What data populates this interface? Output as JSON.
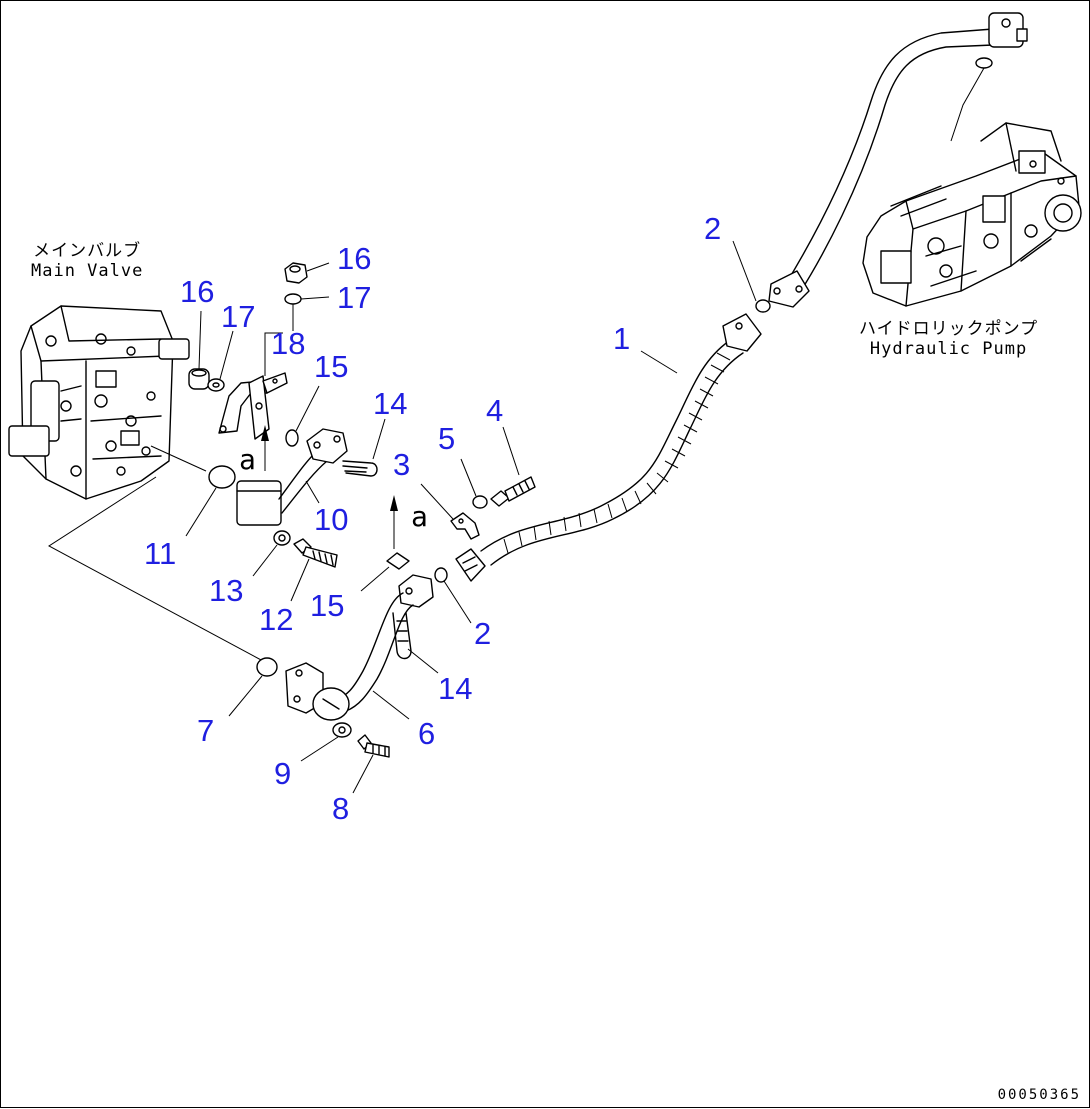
{
  "components": {
    "main_valve": {
      "label_jp": "メインバルブ",
      "label_en": "Main Valve"
    },
    "hydraulic_pump": {
      "label_jp": "ハイドロリックポンプ",
      "label_en": "Hydraulic Pump"
    }
  },
  "view_marks": [
    "a",
    "a"
  ],
  "callouts": [
    {
      "id": "c-1",
      "text": "1"
    },
    {
      "id": "c-2-top",
      "text": "2"
    },
    {
      "id": "c-2-mid",
      "text": "2"
    },
    {
      "id": "c-3",
      "text": "3"
    },
    {
      "id": "c-4",
      "text": "4"
    },
    {
      "id": "c-5",
      "text": "5"
    },
    {
      "id": "c-6",
      "text": "6"
    },
    {
      "id": "c-7",
      "text": "7"
    },
    {
      "id": "c-8",
      "text": "8"
    },
    {
      "id": "c-9",
      "text": "9"
    },
    {
      "id": "c-10",
      "text": "10"
    },
    {
      "id": "c-11",
      "text": "11"
    },
    {
      "id": "c-12",
      "text": "12"
    },
    {
      "id": "c-13",
      "text": "13"
    },
    {
      "id": "c-14-upper",
      "text": "14"
    },
    {
      "id": "c-14-lower",
      "text": "14"
    },
    {
      "id": "c-15-upper",
      "text": "15"
    },
    {
      "id": "c-15-lower",
      "text": "15"
    },
    {
      "id": "c-16-left",
      "text": "16"
    },
    {
      "id": "c-16-right",
      "text": "16"
    },
    {
      "id": "c-17-left",
      "text": "17"
    },
    {
      "id": "c-17-right",
      "text": "17"
    },
    {
      "id": "c-18",
      "text": "18"
    }
  ],
  "drawing_number": "00050365",
  "colors": {
    "callout": "#1f1fe0",
    "line": "#000000",
    "background": "#ffffff"
  }
}
